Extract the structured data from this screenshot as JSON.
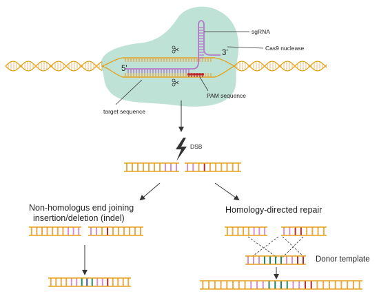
{
  "labels": {
    "sgrna": "sgRNA",
    "cas9": "Cas9 nuclease",
    "five_prime": "5'",
    "three_prime": "3'",
    "pam": "PAM sequence",
    "target": "target sequence",
    "dsb": "DSB",
    "nhej_line1": "Non-homologus end joining",
    "nhej_line2": "insertion/deletion (indel)",
    "hdr": "Homology-directed repair",
    "donor": "Donor template"
  },
  "colors": {
    "backbone": "#e3a21a",
    "rung_orange": "#e8a94a",
    "rung_pink": "#d58fcf",
    "rung_red": "#b3262d",
    "rung_green": "#1c8a63",
    "rung_blue": "#3a4fa3",
    "rna": "#b678c8",
    "pam": "#c0282f",
    "cas9": "#b9dfd3",
    "arrow": "#333333"
  }
}
